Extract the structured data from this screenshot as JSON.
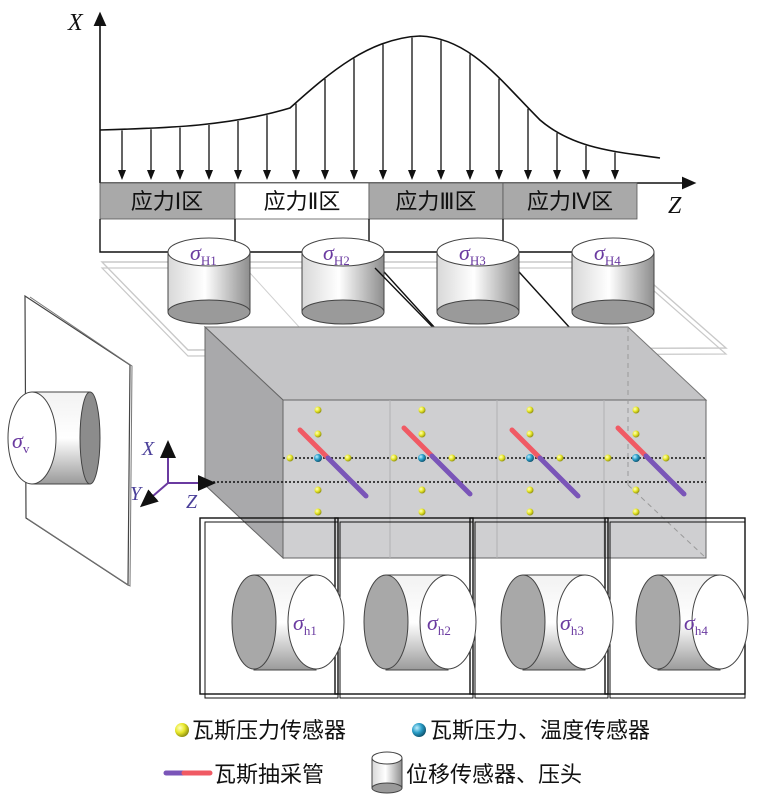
{
  "axes": {
    "x": "X",
    "z": "Z"
  },
  "zones": [
    "应力Ⅰ区",
    "应力Ⅱ区",
    "应力Ⅲ区",
    "应力Ⅳ区"
  ],
  "horizontal_loads": [
    {
      "symbol": "σ",
      "sub": "H1"
    },
    {
      "symbol": "σ",
      "sub": "H2"
    },
    {
      "symbol": "σ",
      "sub": "H3"
    },
    {
      "symbol": "σ",
      "sub": "H4"
    }
  ],
  "lateral_loads": [
    {
      "symbol": "σ",
      "sub": "h1"
    },
    {
      "symbol": "σ",
      "sub": "h2"
    },
    {
      "symbol": "σ",
      "sub": "h3"
    },
    {
      "symbol": "σ",
      "sub": "h4"
    }
  ],
  "vertical_load": {
    "symbol": "σ",
    "sub": "v"
  },
  "coord_axes": {
    "x": "X",
    "y": "Y",
    "z": "Z"
  },
  "legend": {
    "gas_pressure_sensor": "瓦斯压力传感器",
    "gas_pressure_temp_sensor": "瓦斯压力、温度传感器",
    "extraction_pipe": "瓦斯抽采管",
    "displacement_sensor": "位移传感器、压头"
  },
  "colors": {
    "zone_fill": "#a9a9a9",
    "block_front": "#cfcfd1",
    "block_side": "#bcbcbe",
    "pipe_red": "#f05a64",
    "pipe_purple": "#7a55b8",
    "sensor_yellow": "#e8e82a",
    "sensor_blue": "#2a9ec8",
    "label_purple": "#6a3aa0"
  }
}
